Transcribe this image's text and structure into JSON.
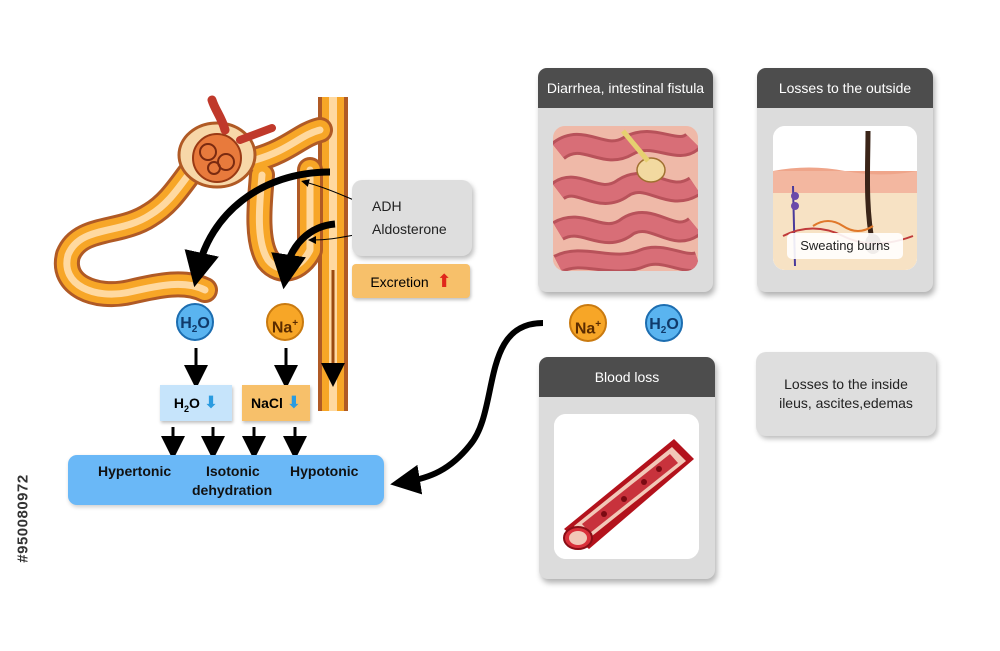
{
  "side_id": "#950080972",
  "ions": {
    "na_base": "Na",
    "na_sup": "+",
    "h2o_h": "H",
    "h2o_sub": "2",
    "h2o_o": "O"
  },
  "kidney": {
    "hormone_1": "ADH",
    "hormone_2": "Aldosterone",
    "excretion": "Excretion",
    "h2o_box": {
      "h": "H",
      "sub": "2",
      "o": "O"
    },
    "nacl_box": "NaCl"
  },
  "dehydration": {
    "hypertonic": "Hypertonic",
    "isotonic": "Isotonic",
    "dehydration": "dehydration",
    "hypotonic": "Hypotonic"
  },
  "cards": {
    "diarrhea": "Diarrhea, intestinal fistula",
    "outside": "Losses to the outside",
    "sweating": "Sweating burns",
    "blood": "Blood loss",
    "inside_line1": "Losses to the inside",
    "inside_line2": "ileus, ascites,edemas"
  },
  "colors": {
    "tubule": "#f7a627",
    "tubule_outline": "#b05a25",
    "na_ion": "#f7a627",
    "h2o_ion": "#5ab4f0",
    "bar_blue": "#6ab8f7",
    "card_header": "#4d4d4d",
    "up_arrow": "#e0261b",
    "down_arrow": "#2a9be0"
  }
}
